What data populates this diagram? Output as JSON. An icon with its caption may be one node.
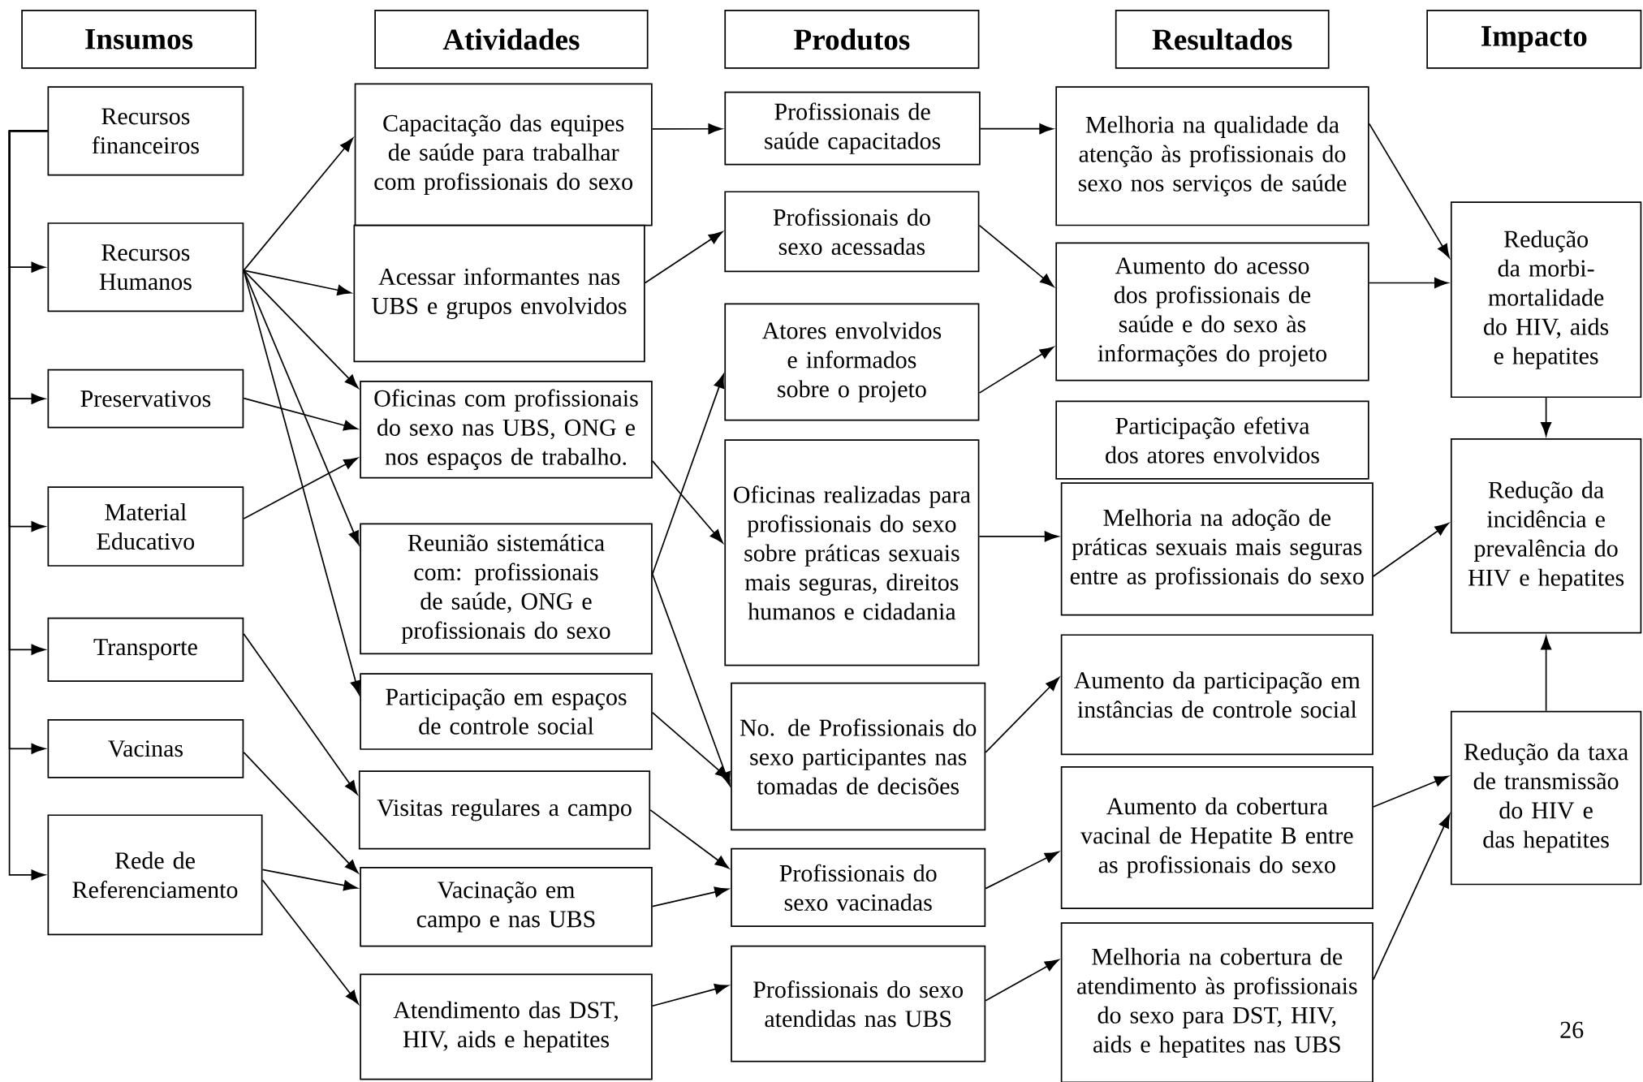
{
  "diagram": {
    "nodes": [
      {
        "text": [
          "Insumos"
        ]
      },
      {
        "text": [
          "Atividades"
        ]
      },
      {
        "text": [
          "Produtos"
        ]
      },
      {
        "text": [
          "Resultados"
        ]
      },
      {
        "text": [
          "Impacto"
        ]
      },
      {
        "text": [
          "Recursos financeiros"
        ]
      },
      {
        "text": [
          "Recursos Humanos"
        ]
      },
      {
        "text": [
          "Preservativos"
        ]
      },
      {
        "text": [
          "Material Educativo"
        ]
      },
      {
        "text": [
          "Transporte"
        ]
      },
      {
        "text": [
          "Vacinas"
        ]
      },
      {
        "text": [
          "Rede de Referenciamento"
        ]
      },
      {
        "text": [
          "Capacitação das equipes de saúde para trabalhar com profissionais do sexo"
        ]
      },
      {
        "text": [
          "Acessar informantes nas UBS e grupos envolvidos"
        ]
      },
      {
        "text": [
          "Oficinas com profissionais do sexo nas UBS, ONG e nos espaços de trabalho."
        ]
      },
      {
        "text": [
          "Reunião sistemática com: profissionais de saúde, ONG e profissionais do sexo"
        ]
      },
      {
        "text": [
          "Participação em espaços de controle social"
        ]
      },
      {
        "text": [
          "Visitas regulares a campo"
        ]
      },
      {
        "text": [
          "Vacinação em campo e nas UBS"
        ]
      },
      {
        "text": [
          "Atendimento das DST, HIV, aids e hepatites"
        ]
      },
      {
        "text": [
          "Profissionais de saúde capacitados"
        ]
      },
      {
        "text": [
          "Profissionais do sexo acessadas"
        ]
      },
      {
        "text": [
          "Atores envolvidos e informados sobre o projeto"
        ]
      },
      {
        "text": [
          "Oficinas realizadas para profissionais do sexo sobre práticas sexuais mais seguras, direitos humanos e cidadania"
        ]
      },
      {
        "text": [
          "No. de Profissionais do sexo participantes nas tomadas de decisões"
        ]
      },
      {
        "text": [
          "Profissionais do sexo vacinadas"
        ]
      },
      {
        "text": [
          "Profissionais do sexo atendidas nas UBS"
        ]
      },
      {
        "text": [
          "Melhoria na qualidade da atenção às profissionais do sexo nos serviços de saúde"
        ]
      },
      {
        "text": [
          "Aumento do acesso dos profissionais de saúde e do sexo às informações do projeto"
        ]
      },
      {
        "text": [
          "Participação efetiva dos atores envolvidos"
        ]
      },
      {
        "text": [
          "Melhoria na adoção de práticas sexuais mais seguras entre as profissionais do sexo"
        ]
      },
      {
        "text": [
          "Aumento da participação em instâncias de controle social"
        ]
      },
      {
        "text": [
          "Aumento da cobertura vacinal de Hepatite B entre as profissionais do sexo"
        ]
      },
      {
        "text": [
          "Melhoria na cobertura de atendimento às profissionais do sexo para DST, HIV, aids e hepatites nas UBS"
        ]
      },
      {
        "text": [
          "Redução da morbi-mortalidade do HIV, aids e hepatites"
        ]
      },
      {
        "text": [
          "Redução da incidência e prevalência do HIV e hepatites"
        ]
      },
      {
        "text": [
          "Redução da taxa de transmissão do HIV e das hepatites"
        ]
      }
    ],
    "edges": [
      {
        "from": 5,
        "to": 6,
        "arrow": "to"
      },
      {
        "from": 5,
        "to": 7,
        "arrow": "to"
      },
      {
        "from": 5,
        "to": 8,
        "arrow": "to"
      },
      {
        "from": 5,
        "to": 9,
        "arrow": "to"
      },
      {
        "from": 5,
        "to": 10,
        "arrow": "to"
      },
      {
        "from": 5,
        "to": 11,
        "arrow": "to"
      },
      {
        "from": 6,
        "to": 12,
        "arrow": "to"
      },
      {
        "from": 6,
        "to": 13,
        "arrow": "to"
      },
      {
        "from": 6,
        "to": 14,
        "arrow": "to"
      },
      {
        "from": 6,
        "to": 15,
        "arrow": "to"
      },
      {
        "from": 6,
        "to": 16,
        "arrow": "to"
      },
      {
        "from": 7,
        "to": 14,
        "arrow": "to"
      },
      {
        "from": 8,
        "to": 14,
        "arrow": "to"
      },
      {
        "from": 9,
        "to": 17,
        "arrow": "to"
      },
      {
        "from": 10,
        "to": 18,
        "arrow": "to"
      },
      {
        "from": 11,
        "to": 18,
        "arrow": "to"
      },
      {
        "from": 11,
        "to": 19,
        "arrow": "to"
      },
      {
        "from": 12,
        "to": 20,
        "arrow": "to"
      },
      {
        "from": 13,
        "to": 21,
        "arrow": "to"
      },
      {
        "from": 14,
        "to": 23,
        "arrow": "to"
      },
      {
        "from": 15,
        "to": 22,
        "arrow": "to"
      },
      {
        "from": 15,
        "to": 24,
        "arrow": "to"
      },
      {
        "from": 16,
        "to": 24,
        "arrow": "to"
      },
      {
        "from": 17,
        "to": 25,
        "arrow": "to"
      },
      {
        "from": 18,
        "to": 25,
        "arrow": "to"
      },
      {
        "from": 19,
        "to": 26,
        "arrow": "to"
      },
      {
        "from": 20,
        "to": 27,
        "arrow": "to"
      },
      {
        "from": 21,
        "to": 28,
        "arrow": "to"
      },
      {
        "from": 22,
        "to": 28,
        "arrow": "to"
      },
      {
        "from": 23,
        "to": 30,
        "arrow": "to"
      },
      {
        "from": 24,
        "to": 31,
        "arrow": "to"
      },
      {
        "from": 25,
        "to": 32,
        "arrow": "to"
      },
      {
        "from": 26,
        "to": 33,
        "arrow": "to"
      },
      {
        "from": 27,
        "to": 34,
        "arrow": "to"
      },
      {
        "from": 28,
        "to": 34,
        "arrow": "to"
      },
      {
        "from": 30,
        "to": 35,
        "arrow": "to"
      },
      {
        "from": 32,
        "to": 36,
        "arrow": "to"
      },
      {
        "from": 33,
        "to": 36,
        "arrow": "to"
      },
      {
        "from": 34,
        "to": 35,
        "arrow": "to"
      },
      {
        "from": 36,
        "to": 35,
        "arrow": "to"
      }
    ],
    "labels": [
      "26"
    ]
  }
}
